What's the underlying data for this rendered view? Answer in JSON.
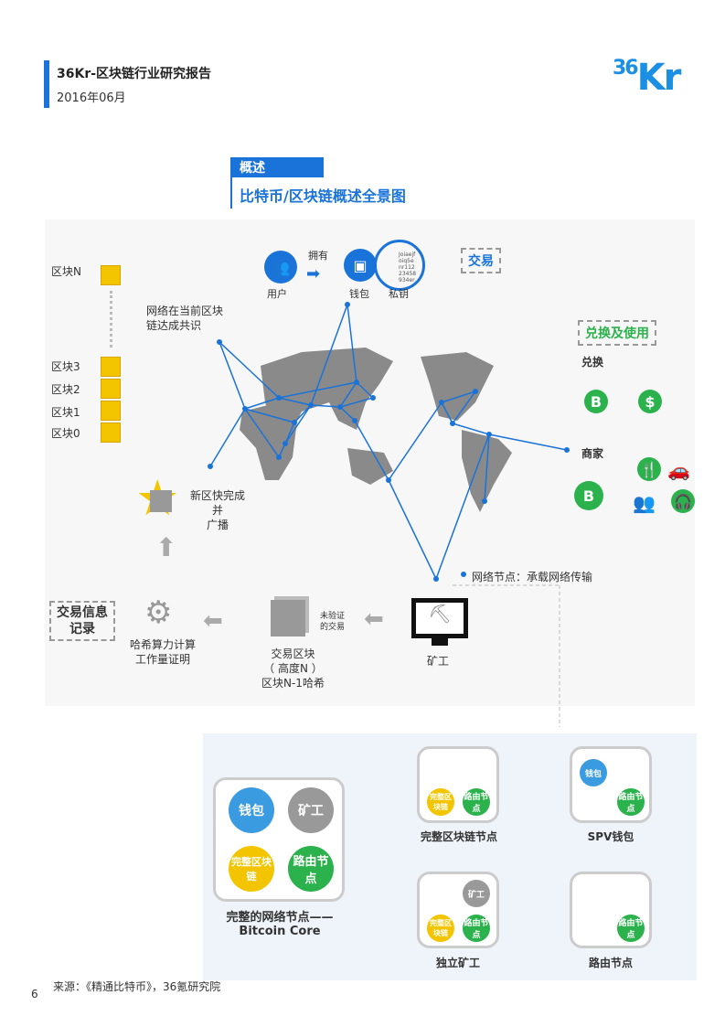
{
  "header": {
    "title": "36Kr-区块链行业研究报告",
    "date": "2016年06月",
    "logo": "36Kr"
  },
  "section": {
    "tag": "概述",
    "title": "比特币/区块链概述全景图"
  },
  "blocks": [
    "区块N",
    "区块3",
    "区块2",
    "区块1",
    "区块0"
  ],
  "consensus": "网络在当前区块链达成共识",
  "top": {
    "user": "用户",
    "own": "拥有",
    "wallet": "钱包",
    "key": "私钥",
    "key_text": "Joiaejf oiq5e nr112 23458 934er",
    "trade": "交易"
  },
  "exchange": {
    "title": "兑换及使用",
    "swap": "兑换",
    "b": "B",
    "dollar": "$",
    "merchant": "商家"
  },
  "newblock": [
    "新区快完成",
    "并",
    "广播"
  ],
  "node_legend": "网络节点：承载网络传输",
  "bottom": {
    "record": [
      "交易信息",
      "记录"
    ],
    "hash": [
      "哈希算力计算",
      "工作量证明"
    ],
    "txblock": [
      "交易区块",
      "（ 高度N ）",
      "区块N-1哈希"
    ],
    "unverified": [
      "未验证",
      "的交易"
    ],
    "miner": "矿工"
  },
  "nodes": {
    "full": {
      "caption": [
        "完整的网络节点——",
        "Bitcoin Core"
      ],
      "wallet": "钱包",
      "miner": "矿工",
      "chain": "完整区块链",
      "route": "路由节点"
    },
    "fullchain": {
      "caption": "完整区块链节点",
      "chain": "完整区块链",
      "route": "路由节点"
    },
    "spv": {
      "caption": "SPV钱包",
      "wallet": "钱包",
      "route": "路由节点"
    },
    "solo": {
      "caption": "独立矿工",
      "miner": "矿工",
      "chain": "完整区块链",
      "route": "路由节点"
    },
    "router": {
      "caption": "路由节点",
      "route": "路由节点"
    }
  },
  "source": "来源：《精通比特币》，36氪研究院",
  "page": "6",
  "colors": {
    "blue": "#1a73d9",
    "yellow": "#f2c500",
    "green": "#2bb24c",
    "gray": "#999999",
    "wallet": "#3a9be0"
  }
}
